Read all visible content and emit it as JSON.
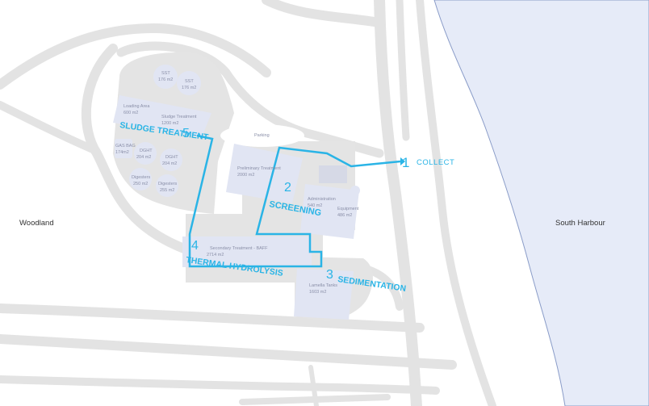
{
  "colors": {
    "accent": "#2ab4e6",
    "water": "#e6ebf8",
    "building": "#e1e5f3",
    "ground": "#e5e5e5",
    "label": "#8a8fa8"
  },
  "regions": {
    "woodland": "Woodland",
    "harbour": "South Harbour"
  },
  "stages": [
    {
      "number": "1",
      "name": "COLLECT"
    },
    {
      "number": "2",
      "name": "SCREENING"
    },
    {
      "number": "3",
      "name": "SEDIMENTATION"
    },
    {
      "number": "4",
      "name": "THERMAL HYDROLYSIS"
    },
    {
      "number": "5",
      "name": "SLUDGE TREATMENT"
    }
  ],
  "facilities": {
    "sst1": {
      "name": "SST",
      "area": "176 m2"
    },
    "sst2": {
      "name": "SST",
      "area": "176 m2"
    },
    "loading": {
      "name": "Loading Area",
      "area": "600 m2"
    },
    "sludge": {
      "name": "Sludge Treatment",
      "area": "1200 m2"
    },
    "gas_bag": {
      "name": "GAS BAG",
      "area": "174m2"
    },
    "dght1": {
      "name": "DGHT",
      "area": "204 m2"
    },
    "dght2": {
      "name": "DGHT",
      "area": "204 m2"
    },
    "digester1": {
      "name": "Digesters",
      "area": "250 m2"
    },
    "digester2": {
      "name": "Digesters",
      "area": "255 m2"
    },
    "parking": {
      "name": "Parking"
    },
    "preliminary": {
      "name": "Preliminary Treatment",
      "area": "2000 m2"
    },
    "admin": {
      "name": "Administration",
      "area": "540 m2"
    },
    "equipment": {
      "name": "Equipment",
      "area": "486 m2"
    },
    "secondary": {
      "name": "Secondary Treatment - BAFF",
      "area": "2714 m2"
    },
    "lamella": {
      "name": "Lamella Tanks",
      "area": "1603 m2"
    }
  }
}
